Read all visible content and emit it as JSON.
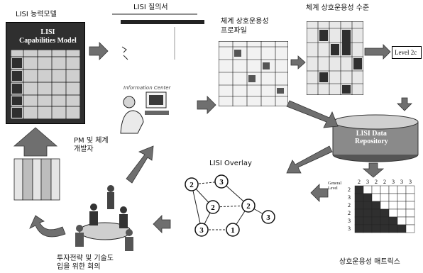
{
  "labels": {
    "capabilities_model": "LISI 능력모델",
    "questionnaire": "LISI 질의서",
    "system_profile": "체계 상호운용성\n프로파일",
    "system_level": "체계 상호운용성 수준",
    "level_box": "Level 2c",
    "repository": "LISI Data\nRepository",
    "matrix": "상호운용성 매트릭스",
    "overlay": "LISI Overlay",
    "pm_developer": "PM 및 체계\n개발자",
    "meeting": "투자전략 및 기술도\n입을 위한 회의",
    "model_book_title": "LISI\nCapabilities Model",
    "questionnaire_inner": "Information Center"
  },
  "overlay_nodes": [
    "2",
    "3",
    "2",
    "2",
    "3",
    "3",
    "1"
  ],
  "matrix": {
    "general_level": "General\nLevel",
    "row_levels": [
      "2",
      "3",
      "2",
      "2",
      "3",
      "3"
    ],
    "col_levels": [
      "2",
      "3",
      "2",
      "2",
      "3",
      "3",
      "3"
    ]
  },
  "colors": {
    "arrow": "#6f6f6f",
    "book_dark": "#2f2f2f",
    "repository": "#8a8a8a"
  }
}
